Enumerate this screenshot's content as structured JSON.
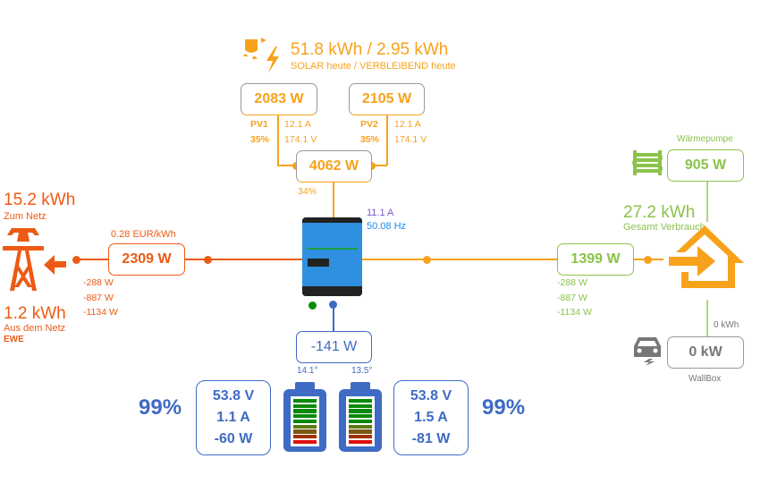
{
  "solar": {
    "total": "51.8 kWh / 2.95 kWh",
    "subtitle": "SOLAR heute / VERBLEIBEND heute",
    "pv1": {
      "power": "2083 W",
      "label": "PV1",
      "percent": "35%",
      "current": "12.1 A",
      "voltage": "174.1 V"
    },
    "pv2": {
      "power": "2105 W",
      "label": "PV2",
      "percent": "35%",
      "current": "12.1 A",
      "voltage": "174.1 V"
    },
    "sum": {
      "power": "4062 W",
      "percent": "34%"
    },
    "color": "#f7a21b"
  },
  "grid": {
    "to_grid": "15.2 kWh",
    "to_grid_label": "Zum Netz",
    "from_grid": "1.2 kWh",
    "from_grid_label": "Aus dem Netz",
    "provider": "EWE",
    "price": "0.28 EUR/kWh",
    "power": "2309 W",
    "phases": [
      "-288 W",
      "-887 W",
      "-1134 W"
    ],
    "color": "#ee5a14"
  },
  "inverter": {
    "current": "11.1 A",
    "frequency": "50.08 Hz"
  },
  "consumption": {
    "total": "27.2 kWh",
    "label": "Gesamt Verbrauch",
    "power": "1399 W",
    "phases": [
      "-288 W",
      "-887 W",
      "-1134 W"
    ],
    "color": "#8bc34a"
  },
  "heatpump": {
    "label": "Wärmepumpe",
    "power": "905 W"
  },
  "wallbox": {
    "energy": "0 kWh",
    "power": "0 kW",
    "label": "WallBox"
  },
  "battery": {
    "power": "-141 W",
    "color": "#3f6bc5",
    "left": {
      "soc": "99%",
      "voltage": "53.8 V",
      "current": "1.1 A",
      "power": "-60 W",
      "temp": "14.1°"
    },
    "right": {
      "soc": "99%",
      "voltage": "53.8 V",
      "current": "1.5 A",
      "power": "-81 W",
      "temp": "13.5°"
    }
  }
}
